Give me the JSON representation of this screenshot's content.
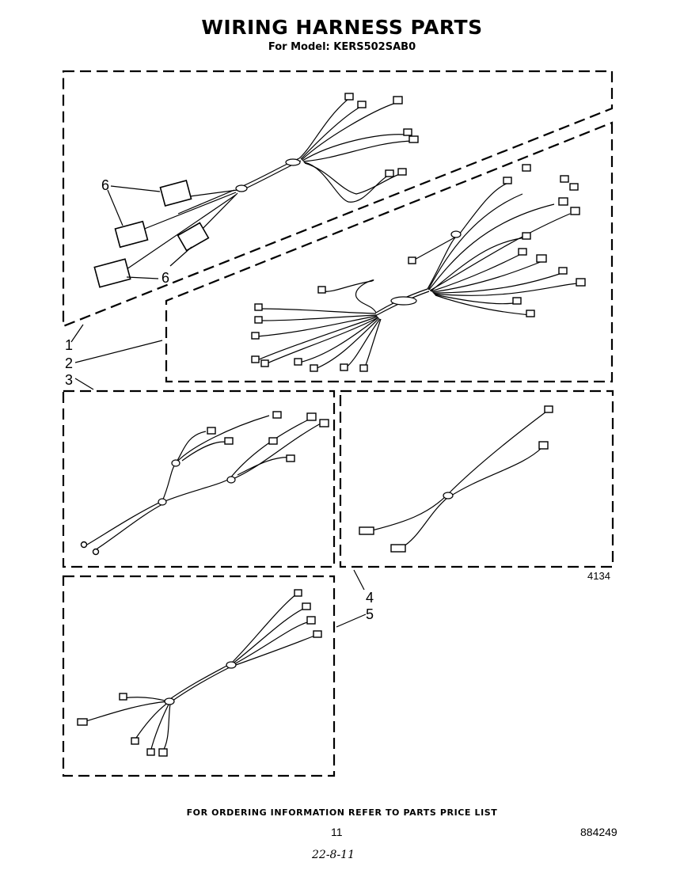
{
  "title": "WIRING HARNESS PARTS",
  "subtitle": "For Model: KERS502SAB0",
  "callouts": [
    "1",
    "2",
    "3",
    "4",
    "5",
    "6",
    "6"
  ],
  "figure_number": "4134",
  "footer": "FOR ORDERING INFORMATION REFER TO PARTS PRICE LIST",
  "page_number": "11",
  "document_number": "884249",
  "handwritten_date": "22-8-11"
}
